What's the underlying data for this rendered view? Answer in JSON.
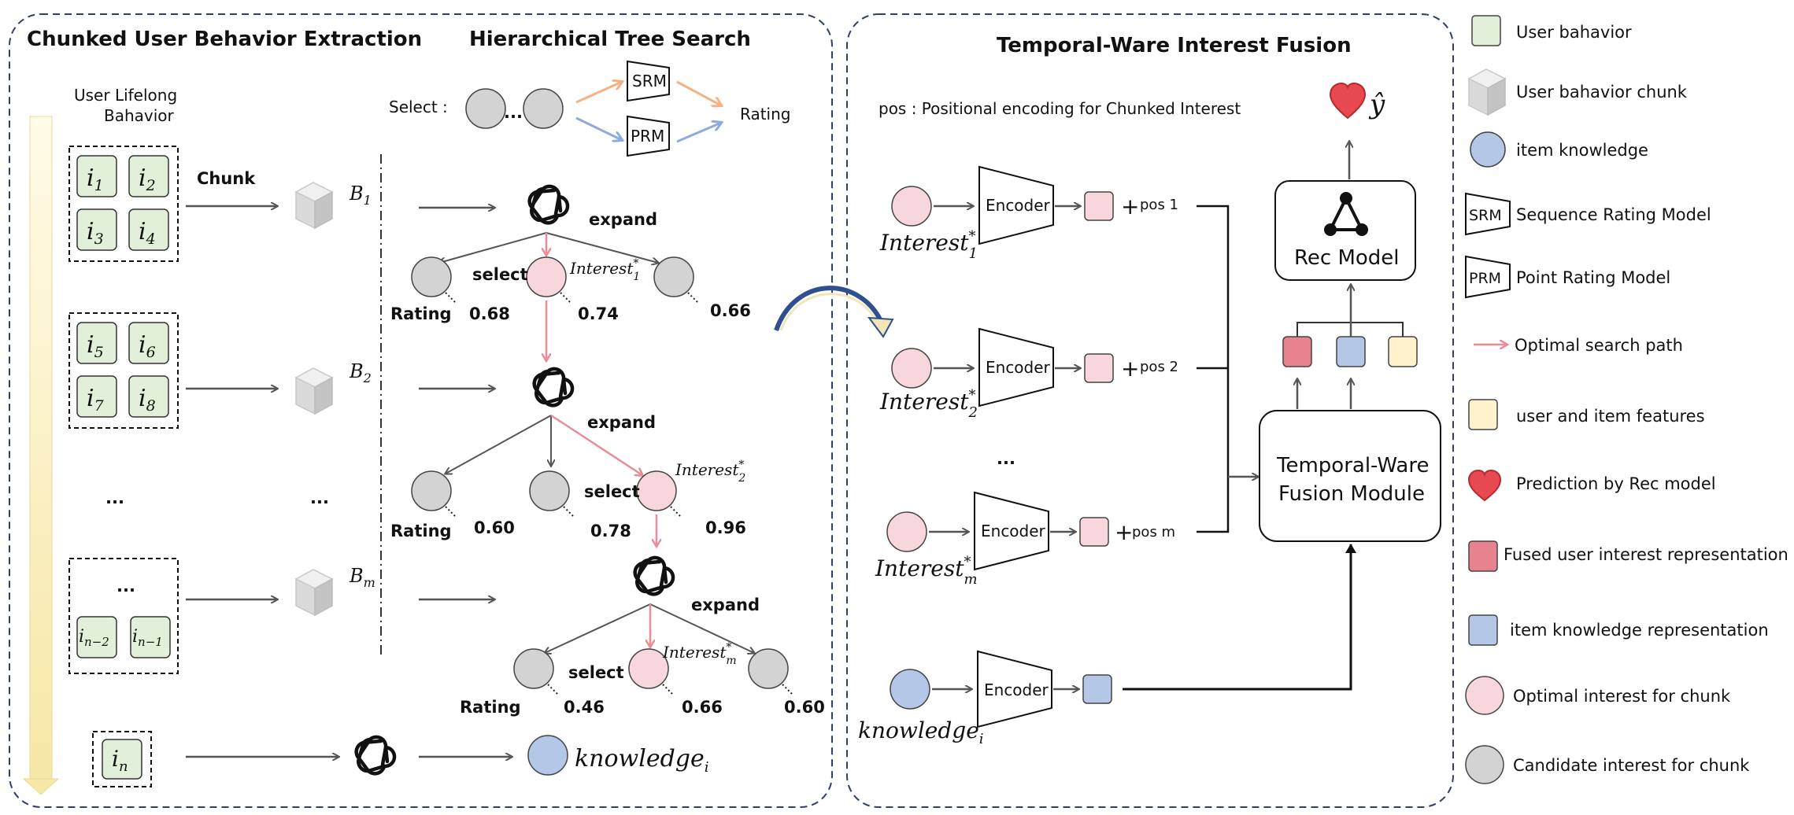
{
  "sections": {
    "extraction": "Chunked User Behavior Extraction",
    "tree_search": "Hierarchical Tree Search",
    "fusion": "Temporal-Ware Interest Fusion"
  },
  "extraction": {
    "lifelong_line1": "User Lifelong",
    "lifelong_line2": "Bahavior",
    "chunk_label": "Chunk",
    "items": {
      "g1": [
        "i",
        "i",
        "i",
        "i"
      ],
      "g1_sub": [
        "1",
        "2",
        "3",
        "4"
      ],
      "g2_sub": [
        "5",
        "6",
        "7",
        "8"
      ],
      "gm_sub": [
        "n−2",
        "n−1"
      ],
      "in_sub": "n"
    },
    "dots": "...",
    "chunks": {
      "b": "B",
      "b1": "1",
      "b2": "2",
      "bm": "m"
    }
  },
  "tree": {
    "select_label": "Select :",
    "srm": "SRM",
    "prm": "PRM",
    "rating_label": "Rating",
    "expand": "expand",
    "select": "select",
    "interest": "Interest",
    "star": "*",
    "level1": {
      "scores": [
        "0.68",
        "0.74",
        "0.66"
      ],
      "sub": "1"
    },
    "level2": {
      "scores": [
        "0.60",
        "0.78",
        "0.96"
      ],
      "sub": "2"
    },
    "level3": {
      "scores": [
        "0.46",
        "0.66",
        "0.60"
      ],
      "sub": "m"
    },
    "knowledge": "knowledge",
    "knowledge_sub": "i"
  },
  "fusion": {
    "pos_note": "pos : Positional encoding for Chunked Interest",
    "encoder": "Encoder",
    "pos": [
      "pos 1",
      "pos 2",
      "pos m"
    ],
    "plus": "+",
    "interest": "Interest",
    "star": "*",
    "subs": [
      "1",
      "2",
      "m"
    ],
    "knowledge": "knowledge",
    "knowledge_sub": "i",
    "dots": "...",
    "rec_model": "Rec Model",
    "fusion_line1": "Temporal-Ware",
    "fusion_line2": "Fusion Module",
    "yhat": "ŷ"
  },
  "legend": [
    "User bahavior",
    "User bahavior chunk",
    "item knowledge",
    "Sequence Rating Model",
    "Point Rating Model",
    "Optimal search path",
    "user and item features",
    "Prediction by Rec model",
    "Fused user interest representation",
    "item knowledge representation",
    "Optimal interest for chunk",
    "Candidate interest for chunk"
  ],
  "legend_short": {
    "srm": "SRM",
    "prm": "PRM"
  },
  "colors": {
    "green": "#e2f0d9",
    "pink": "#f8d7dc",
    "gray": "#d3d3d3",
    "blue": "#b4c7e7",
    "yellow": "#fff2cc",
    "red": "#e8828f",
    "path": "#ee8a98",
    "orange": "#f4b183",
    "arrow_blue": "#8faadc"
  }
}
